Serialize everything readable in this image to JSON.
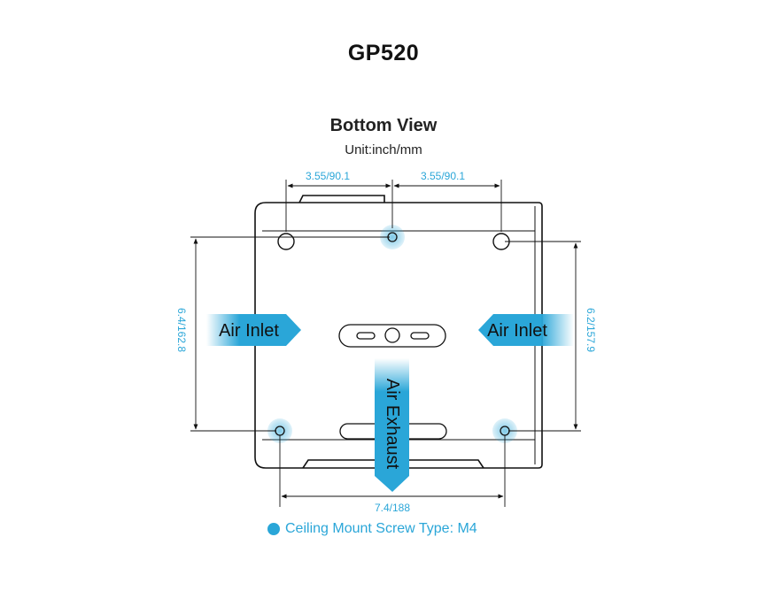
{
  "title": "GP520",
  "view": {
    "title": "Bottom View",
    "unit": "Unit:inch/mm"
  },
  "dimensions": {
    "top_left": "3.55/90.1",
    "top_right": "3.55/90.1",
    "left_height": "6.4/162.8",
    "right_height": "6.2/157.9",
    "bottom_width": "7.4/188"
  },
  "labels": {
    "air_inlet_left": "Air Inlet",
    "air_inlet_right": "Air Inlet",
    "air_exhaust": "Air Exhaust"
  },
  "legend": {
    "text": "Ceiling Mount Screw Type: M4"
  },
  "colors": {
    "accent": "#2aa6d8",
    "outline": "#111111"
  }
}
